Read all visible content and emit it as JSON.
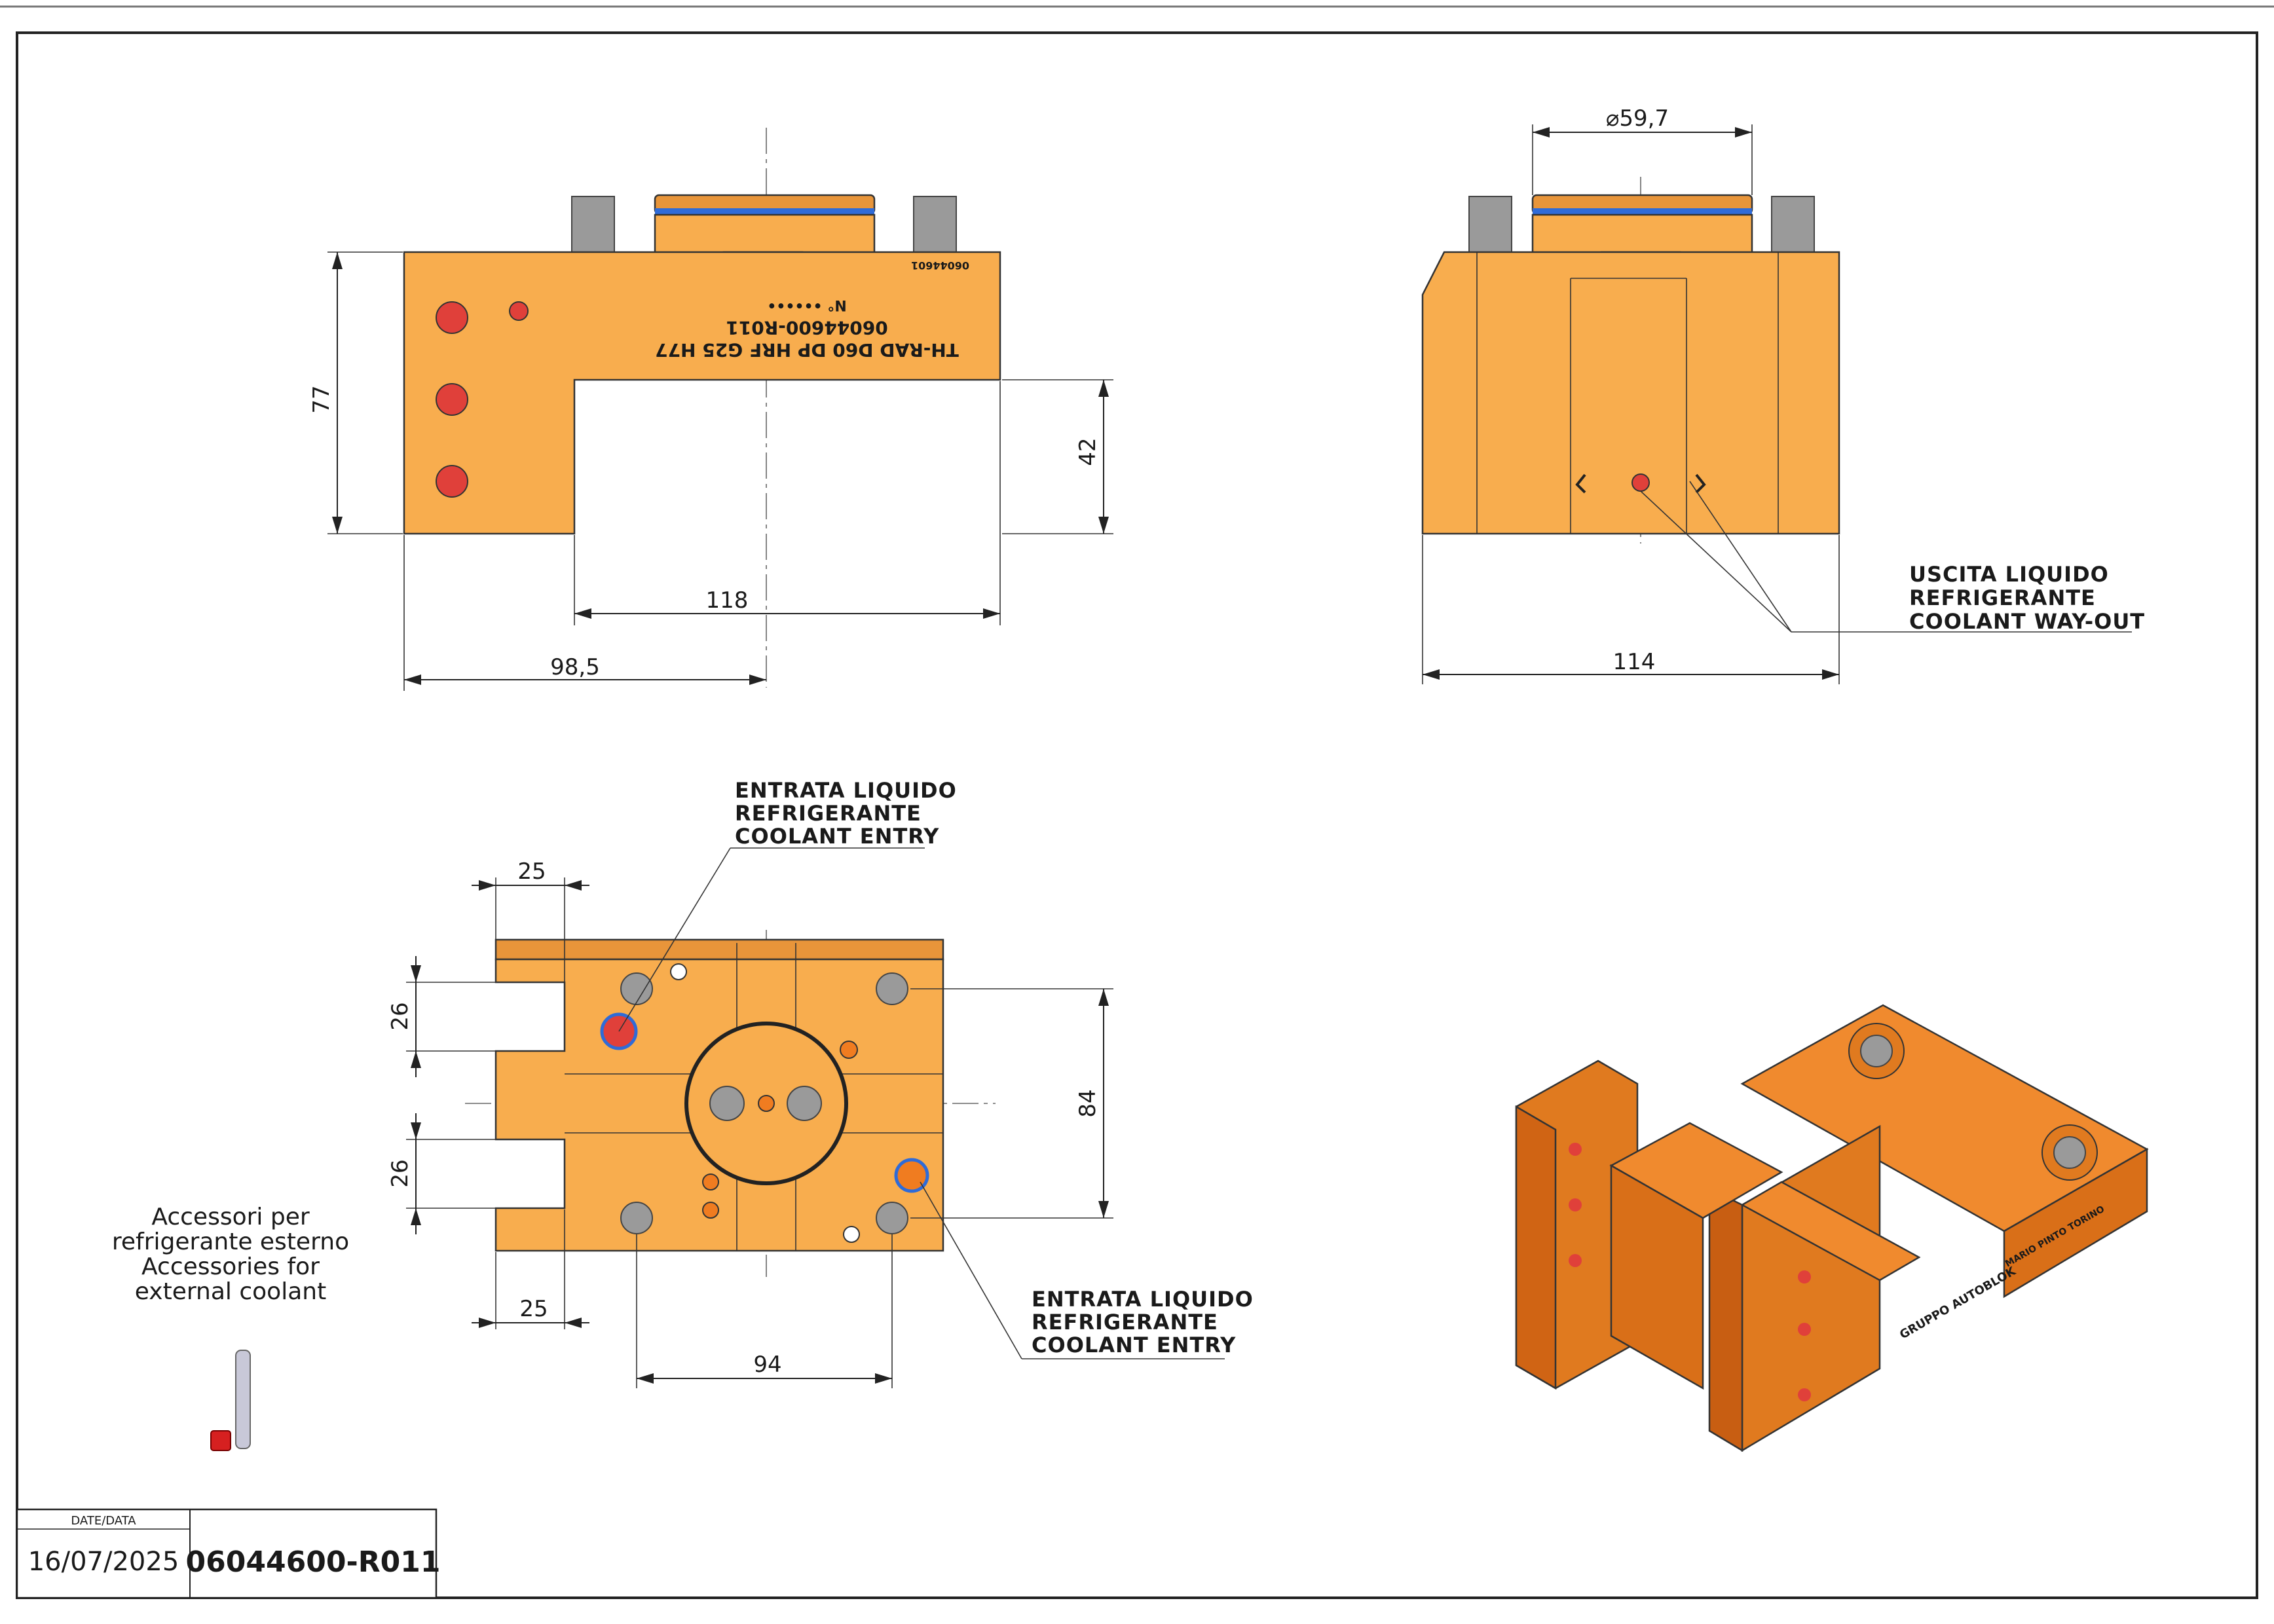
{
  "drawing": {
    "dimensions": {
      "front_height": "77",
      "front_notch_height": "42",
      "front_width_118": "118",
      "front_width_985": "98,5",
      "side_diameter": "59,7",
      "side_width": "114",
      "top_25_upper": "25",
      "top_25_lower": "25",
      "top_26_upper": "26",
      "top_26_lower": "26",
      "top_84": "84",
      "top_94": "94"
    },
    "engraving": {
      "line1": "TH-RAD D60 DP HRF G25 H77",
      "line2": "06044600-R011",
      "line3": "N° ••••••",
      "side_code": "06044601"
    },
    "notes": {
      "coolant_out": [
        "USCITA LIQUIDO",
        "REFRIGERANTE",
        "COOLANT WAY-OUT"
      ],
      "coolant_entry_top": [
        "ENTRATA LIQUIDO",
        "REFRIGERANTE",
        "COOLANT ENTRY"
      ],
      "coolant_entry_bottom": [
        "ENTRATA LIQUIDO",
        "REFRIGERANTE",
        "COOLANT ENTRY"
      ]
    },
    "accessories": [
      "Accessori per",
      "refrigerante esterno",
      "Accessories for",
      "external coolant"
    ],
    "iso_labels": {
      "brand": "GRUPPO AUTOBLOK",
      "maker": "MARIO PINTO TORINO"
    },
    "colors": {
      "part": "#F8AD4E",
      "part_iso": "#E07A1F",
      "seal": "#2F6BD8",
      "bolt": "#9a9a9a",
      "port": "#E0403A"
    }
  },
  "title_block": {
    "date_label": "DATE/DATA",
    "date_value": "16/07/2025",
    "code": "06044600-R011"
  }
}
